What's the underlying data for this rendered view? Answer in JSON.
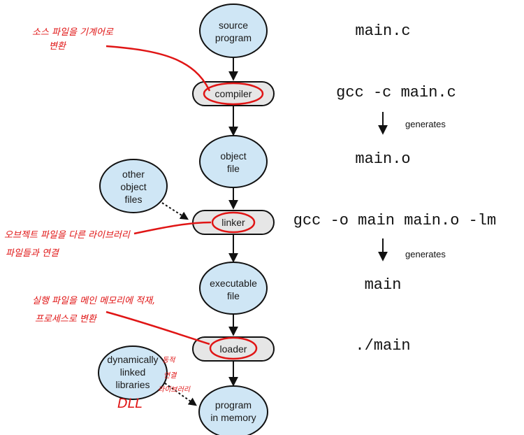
{
  "nodes": {
    "source_program": [
      "source",
      "program"
    ],
    "object_file": [
      "object",
      "file"
    ],
    "other_object_files": [
      "other",
      "object",
      "files"
    ],
    "executable_file": [
      "executable",
      "file"
    ],
    "dynamically_linked_libraries": [
      "dynamically",
      "linked",
      "libraries"
    ],
    "program_in_memory": [
      "program",
      "in memory"
    ]
  },
  "boxes": {
    "compiler": "compiler",
    "linker": "linker",
    "loader": "loader"
  },
  "commands": {
    "source": "main.c",
    "compile": "gcc -c main.c",
    "object": "main.o",
    "link": "gcc -o main main.o -lm",
    "executable": "main",
    "run": "./main"
  },
  "generates": [
    "generates",
    "generates"
  ],
  "annotations": {
    "compiler_note": [
      "소스 파일을  기계어로",
      "변환"
    ],
    "linker_note": [
      "오브젝트 파일을 다른 라이브러리",
      "파일들과 연결"
    ],
    "loader_note": [
      "실행 파일을  메인 메모리에 적재,",
      "프로세스로 변환"
    ],
    "dll_label": "DLL",
    "dll_note": [
      "동적",
      "연결",
      "라이브러리"
    ]
  },
  "colors": {
    "node_fill": "#cfe6f5",
    "box_fill": "#e6e6e6",
    "annotation": "#e01515"
  }
}
